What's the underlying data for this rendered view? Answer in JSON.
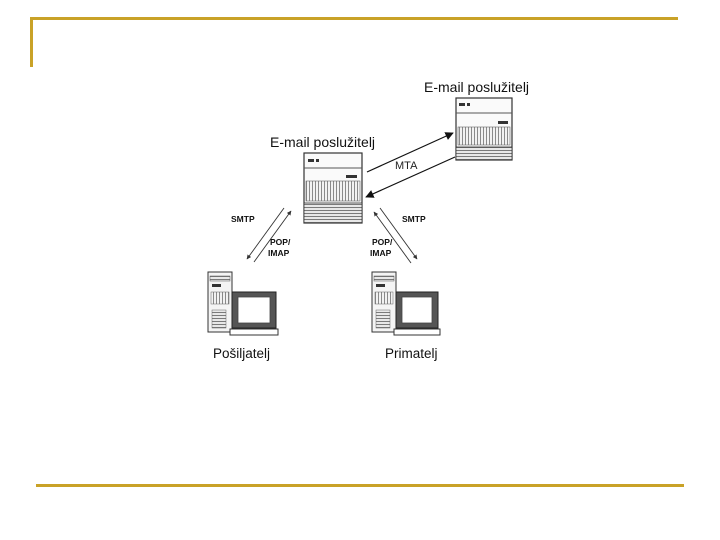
{
  "theme": {
    "accent": "#c9a227",
    "line": "#222222"
  },
  "diagram": {
    "server_top_label": "E-mail poslužitelj",
    "server_main_label": "E-mail poslužitelj",
    "link_label": "MTA",
    "left_arrow_top": "SMTP",
    "left_arrow_bottom_1": "POP/",
    "left_arrow_bottom_2": "IMAP",
    "right_arrow_top": "SMTP",
    "right_arrow_bottom_1": "POP/",
    "right_arrow_bottom_2": "IMAP",
    "sender_label": "Pošiljatelj",
    "receiver_label": "Primatelj"
  }
}
